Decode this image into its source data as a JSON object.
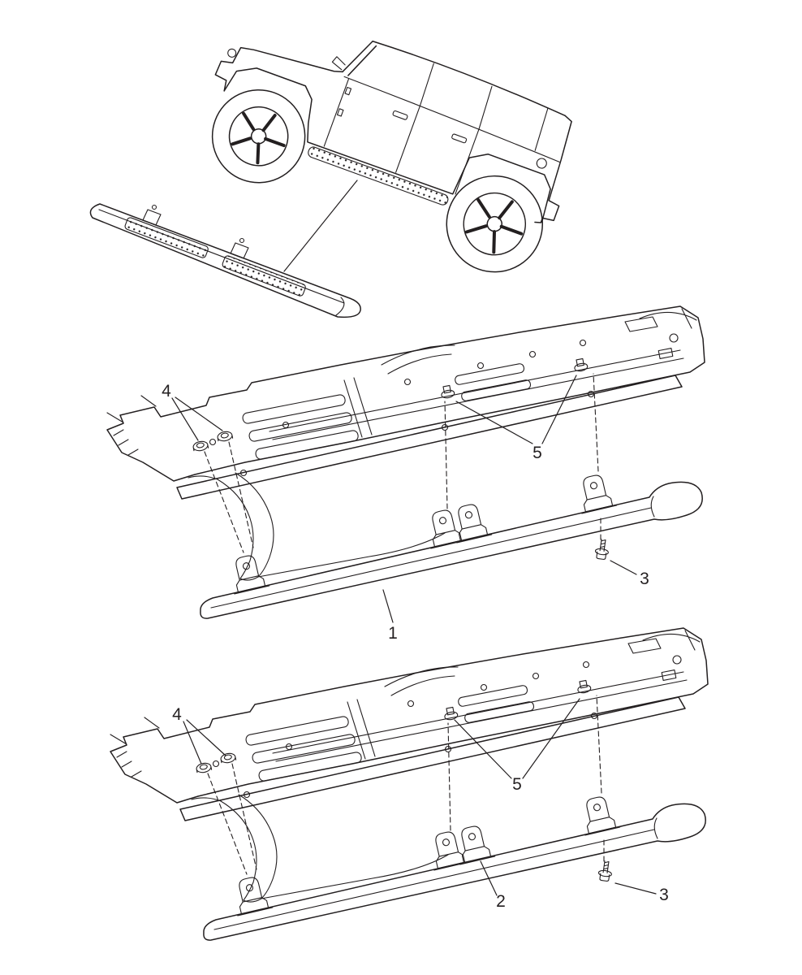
{
  "figure": {
    "background": "#ffffff",
    "line_color": "#231f20"
  },
  "callouts": {
    "upper": {
      "running_board": "1",
      "bolt": "3",
      "nut": "4",
      "clip": "5"
    },
    "lower": {
      "running_board": "2",
      "bolt": "3",
      "nut": "4",
      "clip": "5"
    }
  }
}
